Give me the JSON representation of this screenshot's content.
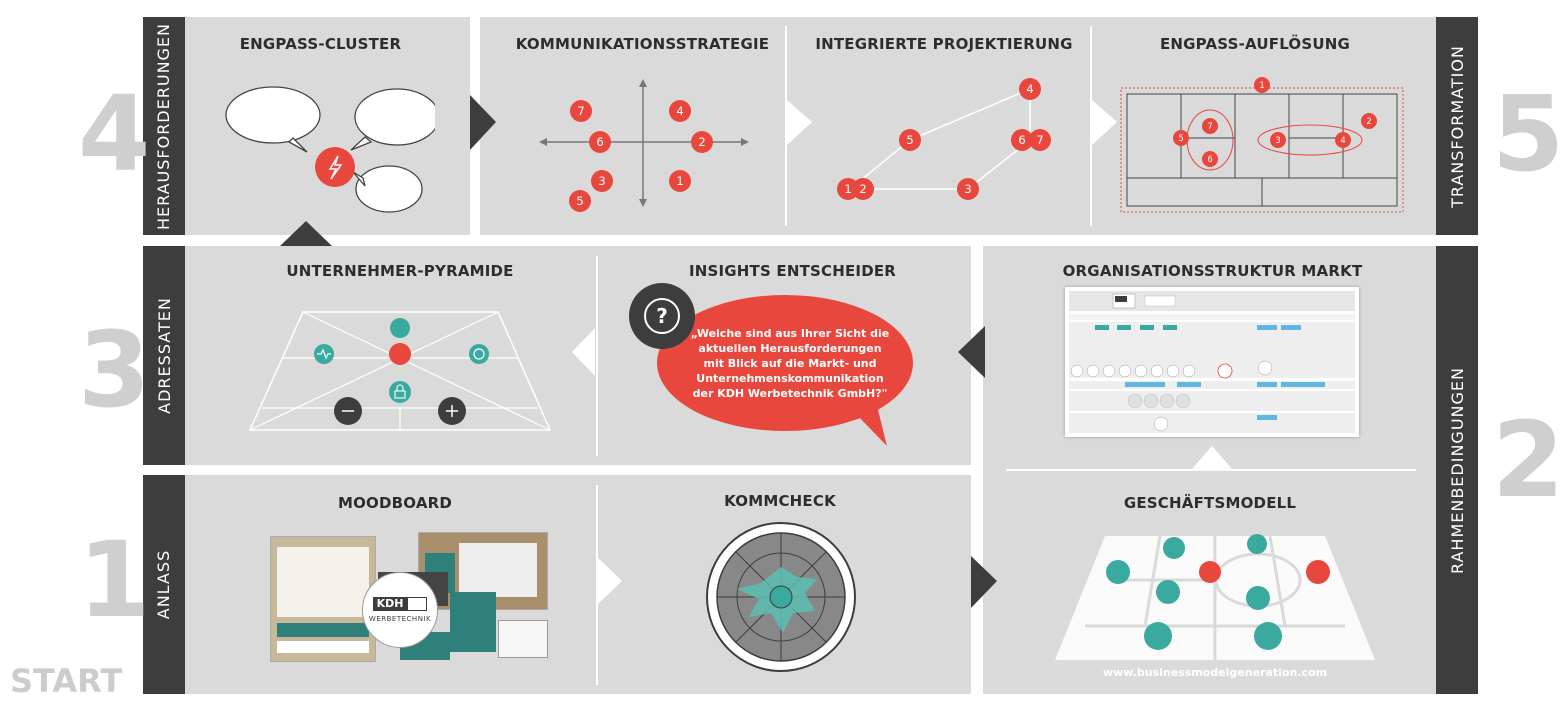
{
  "start_label": "START",
  "rows": {
    "herausforderungen": {
      "label": "HERAUSFORDERUNGEN",
      "number": "4"
    },
    "adressaten": {
      "label": "ADRESSATEN",
      "number": "3"
    },
    "anlass": {
      "label": "ANLASS",
      "number": "1"
    },
    "transformation": {
      "label": "TRANSFORMATION",
      "number": "5"
    },
    "rahmenbedingungen": {
      "label": "RAHMENBEDINGUNGEN",
      "number": "2"
    }
  },
  "modules": {
    "engpass_cluster": "ENGPASS-CLUSTER",
    "kommunikationsstrategie": "KOMMUNIKATIONSSTRATEGIE",
    "integrierte_projektierung": "INTEGRIERTE PROJEKTIERUNG",
    "engpass_aufloesung": "ENGPASS-AUFLÖSUNG",
    "unternehmer_pyramide": "UNTERNEHMER-PYRAMIDE",
    "insights_entscheider": "INSIGHTS ENTSCHEIDER",
    "organisationsstruktur_markt": "ORGANISATIONSSTRUKTUR MARKT",
    "moodboard": "MOODBOARD",
    "kommcheck": "KOMMCHECK",
    "geschaeftsmodell": "GESCHÄFTSMODELL"
  },
  "insights_quote": "„Welche sind aus Ihrer Sicht die aktuellen Herausforderungen mit Blick auf die Markt- und Unternehmenskommunikation der KDH Werbetechnik GmbH?\"",
  "business_url": "www.businessmodelgeneration.com",
  "brand": {
    "logo_text": "KDH",
    "logo_sub": "WERBETECHNIK"
  },
  "strategy_points": [
    "7",
    "4",
    "6",
    "2",
    "3",
    "1",
    "5"
  ],
  "projekt_points": [
    "4",
    "5",
    "6",
    "7",
    "1",
    "2",
    "3"
  ],
  "aufloesung_points": [
    "1",
    "7",
    "5",
    "6",
    "3",
    "4",
    "2"
  ],
  "colors": {
    "accent": "#e8473e",
    "teal": "#3aa99f",
    "dark": "#3d3d3d",
    "panel": "#dadada"
  }
}
